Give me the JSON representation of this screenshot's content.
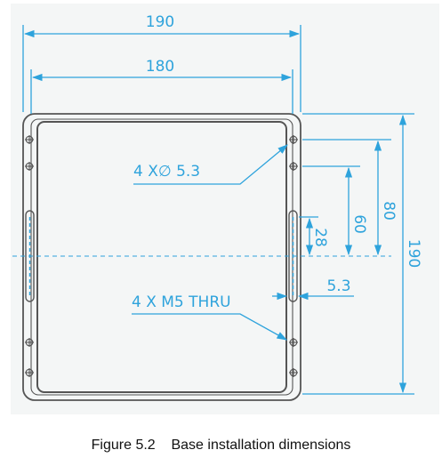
{
  "colors": {
    "background_panel": "#f4f6f6",
    "dimension_line": "#2ea3dc",
    "outline": "#555555",
    "caption_text": "#111111"
  },
  "dimensions": {
    "overall_width": "190",
    "hole_spacing_width": "180",
    "overall_height": "190",
    "hole_spacing_80": "80",
    "hole_spacing_60": "60",
    "slot_offset_28": "28",
    "slot_width": "5.3"
  },
  "callouts": {
    "through_hole": "4 X∅ 5.3",
    "threaded_hole": "4 X M5 THRU"
  },
  "caption": {
    "figure_number": "Figure 5.2",
    "title": "Base installation dimensions"
  }
}
